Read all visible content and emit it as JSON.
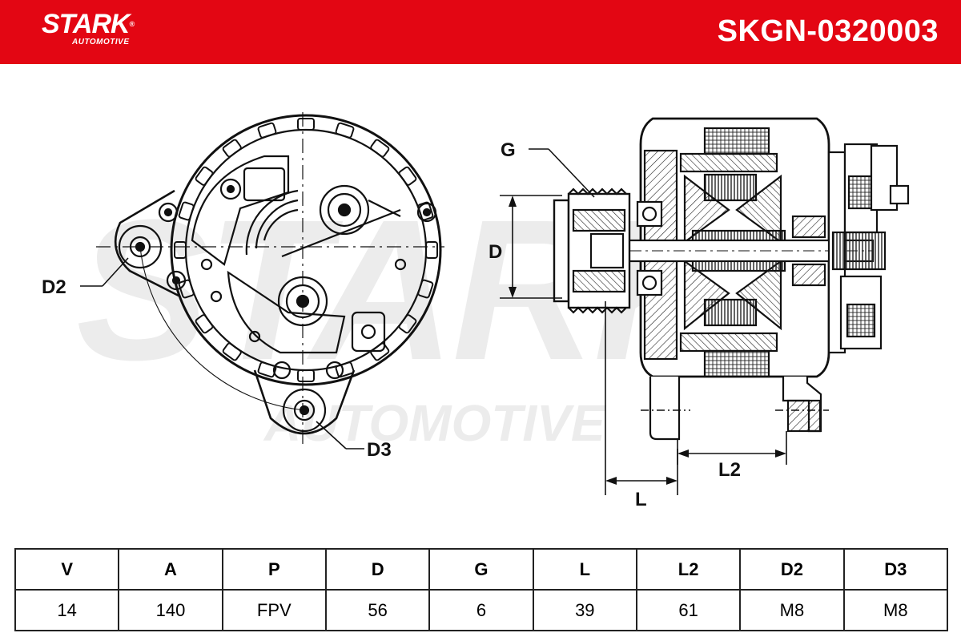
{
  "header": {
    "brand_name": "STARK",
    "brand_sub": "AUTOMOTIVE",
    "part_number": "SKGN-0320003",
    "color": "#e30613"
  },
  "watermark": {
    "line1": "STARK",
    "line2": "AUTOMOTIVE"
  },
  "drawing_labels": {
    "g": "G",
    "d": "D",
    "d2": "D2",
    "d3": "D3",
    "l": "L",
    "l2": "L2"
  },
  "specs": {
    "headers": [
      "V",
      "A",
      "P",
      "D",
      "G",
      "L",
      "L2",
      "D2",
      "D3"
    ],
    "values": [
      "14",
      "140",
      "FPV",
      "56",
      "6",
      "39",
      "61",
      "M8",
      "M8"
    ]
  }
}
